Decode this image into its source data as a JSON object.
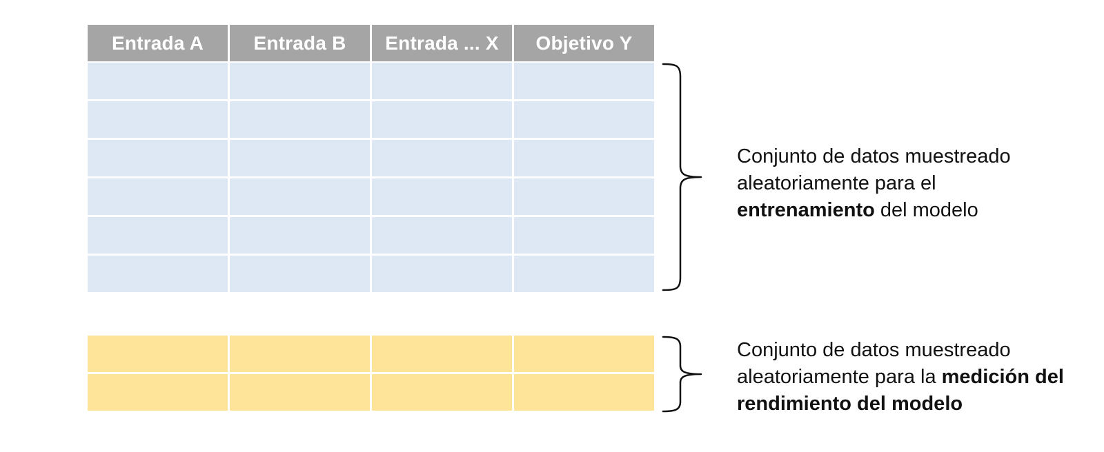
{
  "table": {
    "headers": [
      "Entrada A",
      "Entrada B",
      "Entrada ... X",
      "Objetivo Y"
    ],
    "training_rows": 6,
    "testing_rows": 2,
    "colors": {
      "header": "#a5a5a5",
      "training": "#dde8f4",
      "testing": "#fde499"
    }
  },
  "annotations": {
    "training": {
      "line1": "Conjunto de datos muestreado",
      "line2": "aleatoriamente para el",
      "line3_bold": "entrenamiento",
      "line3_rest": " del modelo"
    },
    "testing": {
      "line1": "Conjunto de datos muestreado",
      "line2_plain": "aleatoriamente para la ",
      "line2_bold": "medición del",
      "line3_bold": "rendimiento del modelo"
    }
  }
}
